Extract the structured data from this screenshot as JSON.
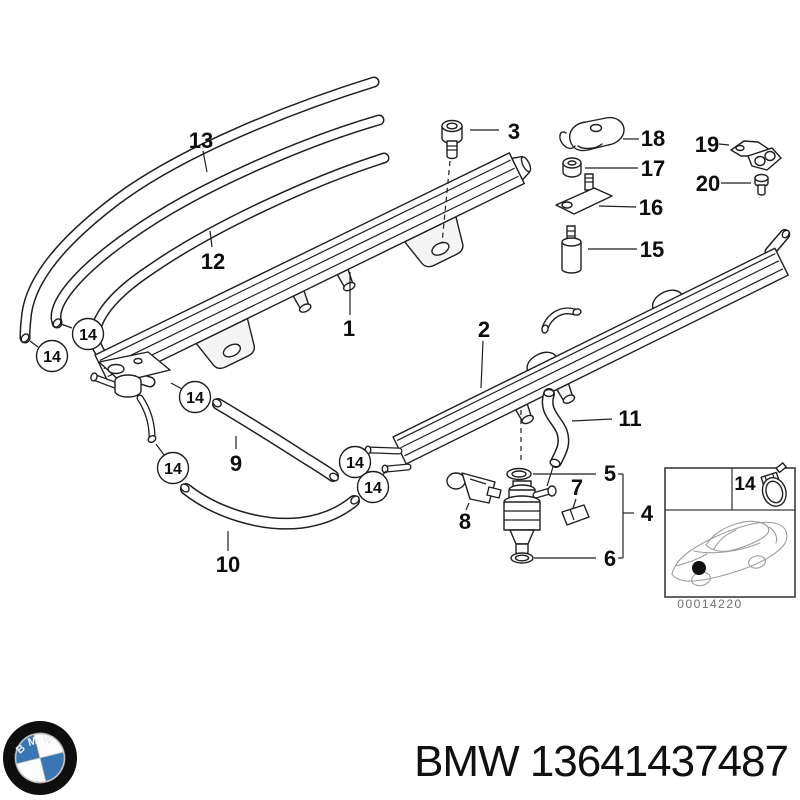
{
  "colors": {
    "line": "#1f1f1f",
    "bmw_blue": "#3a76b4",
    "code_text": "#6e6e6e"
  },
  "callouts": {
    "n1": "1",
    "n2": "2",
    "n3": "3",
    "n4": "4",
    "n5": "5",
    "n6": "6",
    "n7": "7",
    "n8": "8",
    "n9": "9",
    "n10": "10",
    "n11": "11",
    "n12": "12",
    "n13": "13",
    "n14": "14",
    "n15": "15",
    "n16": "16",
    "n17": "17",
    "n18": "18",
    "n19": "19",
    "n20": "20"
  },
  "legend": {
    "clamp_label": "14",
    "image_code": "00014220"
  },
  "footer": {
    "part_text": "BMW 13641437487",
    "logo_letters": "BMW"
  },
  "icons": {
    "footer_logo": "bmw-roundel-icon",
    "legend_icon": "hose-clamp-icon",
    "legend_thumbnail": "car-icon"
  }
}
